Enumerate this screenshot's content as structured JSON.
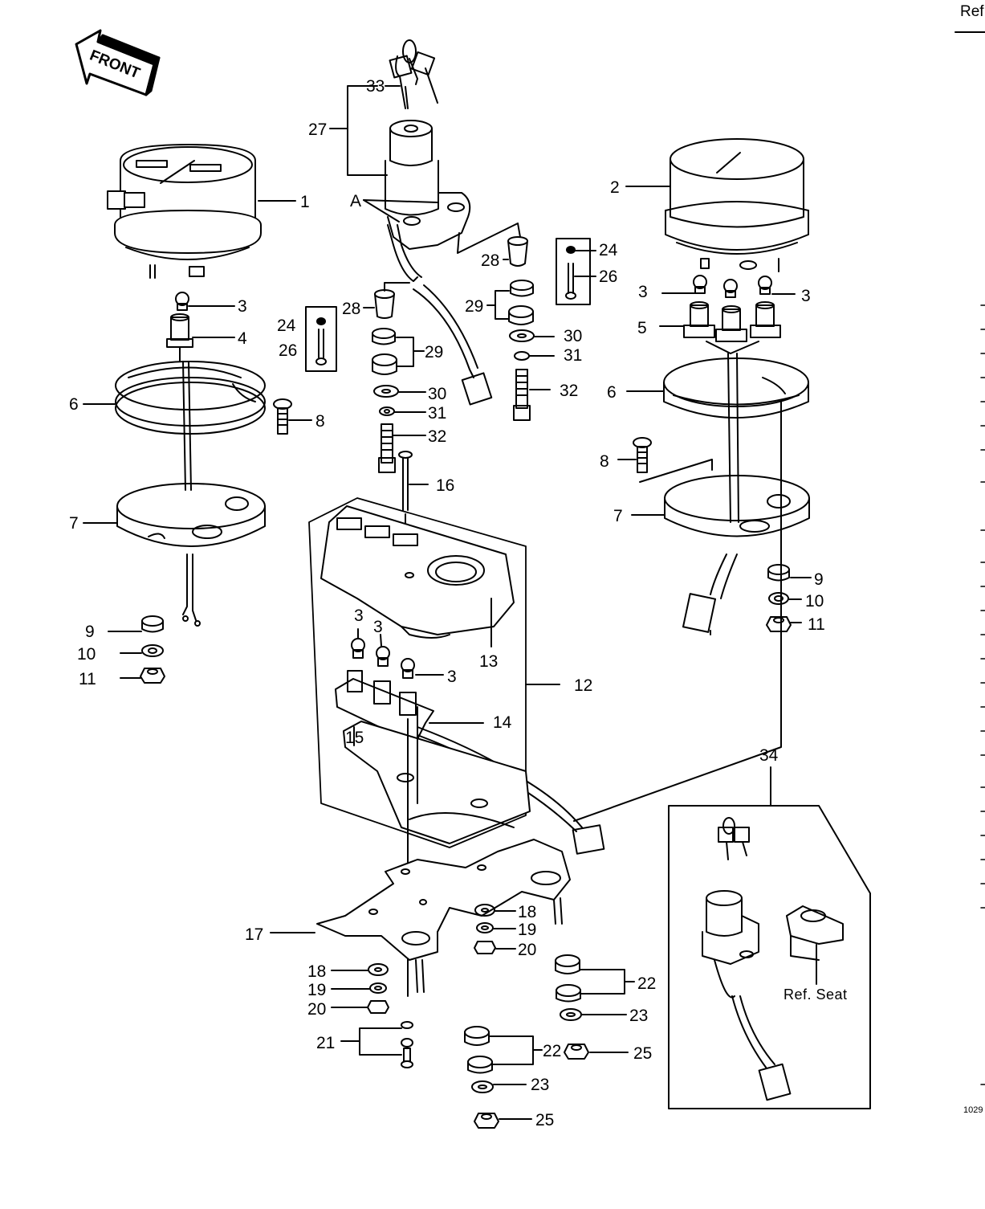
{
  "header": {
    "corner_text": "Ref",
    "page_code": "1029"
  },
  "front_arrow": {
    "text": "FRONT"
  },
  "ref_seat": "Ref. Seat",
  "callouts": [
    {
      "id": "c33",
      "text": "33"
    },
    {
      "id": "c27",
      "text": "27"
    },
    {
      "id": "cA",
      "text": "A"
    },
    {
      "id": "c1",
      "text": "1"
    },
    {
      "id": "c2",
      "text": "2"
    },
    {
      "id": "c3a",
      "text": "3"
    },
    {
      "id": "c4",
      "text": "4"
    },
    {
      "id": "c6a",
      "text": "6"
    },
    {
      "id": "c8a",
      "text": "8"
    },
    {
      "id": "c7a",
      "text": "7"
    },
    {
      "id": "c9a",
      "text": "9"
    },
    {
      "id": "c10a",
      "text": "10"
    },
    {
      "id": "c11a",
      "text": "11"
    },
    {
      "id": "c24a",
      "text": "24"
    },
    {
      "id": "c26a",
      "text": "26"
    },
    {
      "id": "c28a",
      "text": "28"
    },
    {
      "id": "c29a",
      "text": "29"
    },
    {
      "id": "c30a",
      "text": "30"
    },
    {
      "id": "c31a",
      "text": "31"
    },
    {
      "id": "c32a",
      "text": "32"
    },
    {
      "id": "c16",
      "text": "16"
    },
    {
      "id": "c28b",
      "text": "28"
    },
    {
      "id": "c29b",
      "text": "29"
    },
    {
      "id": "c30b",
      "text": "30"
    },
    {
      "id": "c31b",
      "text": "31"
    },
    {
      "id": "c32b",
      "text": "32"
    },
    {
      "id": "c24b",
      "text": "24"
    },
    {
      "id": "c26b",
      "text": "26"
    },
    {
      "id": "c3b",
      "text": "3"
    },
    {
      "id": "c3c",
      "text": "3"
    },
    {
      "id": "c5",
      "text": "5"
    },
    {
      "id": "c6b",
      "text": "6"
    },
    {
      "id": "c8b",
      "text": "8"
    },
    {
      "id": "c7b",
      "text": "7"
    },
    {
      "id": "c9b",
      "text": "9"
    },
    {
      "id": "c10b",
      "text": "10"
    },
    {
      "id": "c11b",
      "text": "11"
    },
    {
      "id": "c3d",
      "text": "3"
    },
    {
      "id": "c3e",
      "text": "3"
    },
    {
      "id": "c3f",
      "text": "3"
    },
    {
      "id": "c13",
      "text": "13"
    },
    {
      "id": "c12",
      "text": "12"
    },
    {
      "id": "c14",
      "text": "14"
    },
    {
      "id": "c15",
      "text": "15"
    },
    {
      "id": "c34",
      "text": "34"
    },
    {
      "id": "c18a",
      "text": "18"
    },
    {
      "id": "c19a",
      "text": "19"
    },
    {
      "id": "c20a",
      "text": "20"
    },
    {
      "id": "c17",
      "text": "17"
    },
    {
      "id": "c18b",
      "text": "18"
    },
    {
      "id": "c19b",
      "text": "19"
    },
    {
      "id": "c20b",
      "text": "20"
    },
    {
      "id": "c21",
      "text": "21"
    },
    {
      "id": "c22a",
      "text": "22"
    },
    {
      "id": "c23a",
      "text": "23"
    },
    {
      "id": "c22b",
      "text": "22"
    },
    {
      "id": "c25a",
      "text": "25"
    },
    {
      "id": "c23b",
      "text": "23"
    },
    {
      "id": "c25b",
      "text": "25"
    }
  ]
}
